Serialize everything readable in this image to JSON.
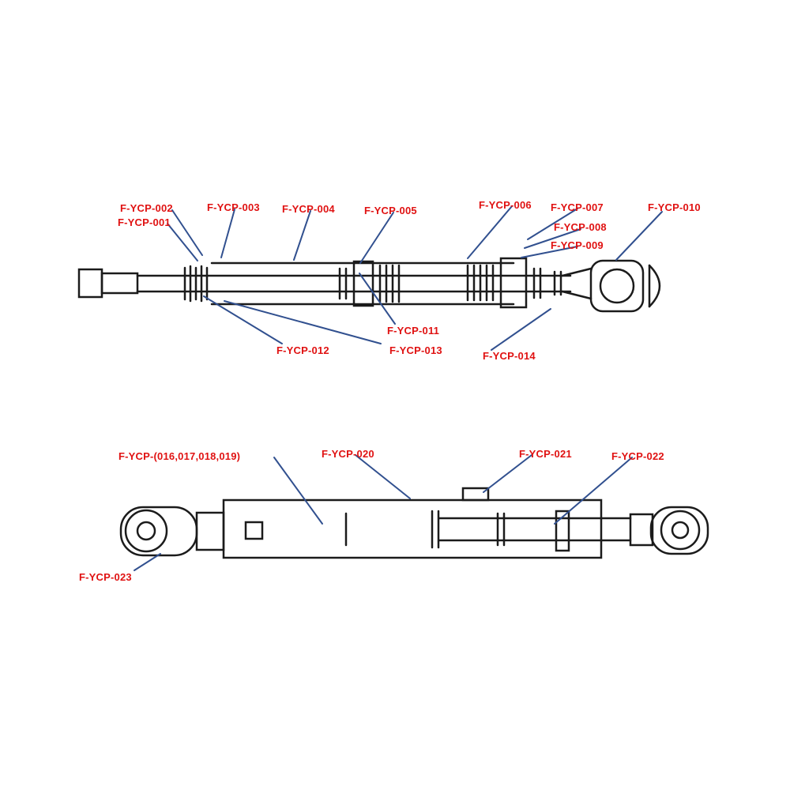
{
  "title": "Hydraulic cylinder parts diagram",
  "colors": {
    "background": "#ffffff",
    "label_red": "#e01212",
    "leader_blue": "#31508f",
    "line_black": "#1b1b1b"
  },
  "top_diagram": {
    "description": "exploded-cylinder-view",
    "upper_labels": [
      "F-YCP-002",
      "F-YCP-001",
      "F-YCP-003",
      "F-YCP-004",
      "F-YCP-005",
      "F-YCP-006",
      "F-YCP-007",
      "F-YCP-008",
      "F-YCP-009",
      "F-YCP-010"
    ],
    "lower_labels": [
      "F-YCP-011",
      "F-YCP-012",
      "F-YCP-013",
      "F-YCP-014"
    ]
  },
  "bottom_diagram": {
    "description": "assembled-cylinder-view",
    "labels": [
      "F-YCP-(016,017,018,019)",
      "F-YCP-020",
      "F-YCP-021",
      "F-YCP-022",
      "F-YCP-023"
    ]
  }
}
